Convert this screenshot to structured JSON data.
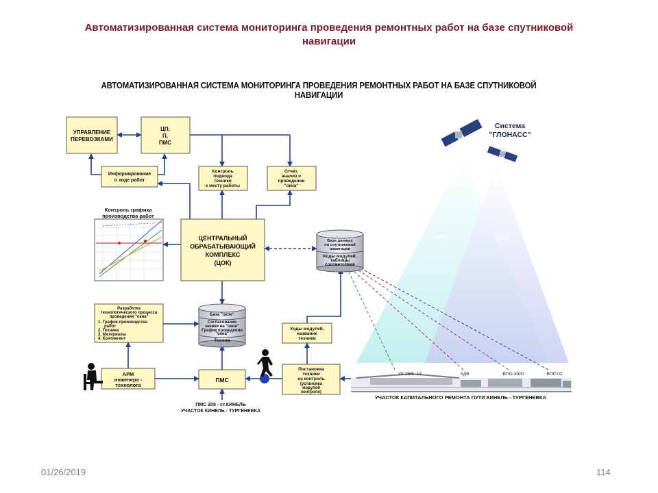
{
  "slide": {
    "title_line1": "Автоматизированная система мониторинга проведения ремонтных работ на базе спутниковой",
    "title_line2": "навигации",
    "date": "01/26/2019",
    "page_number": "114"
  },
  "diagram": {
    "title": "АВТОМАТИЗИРОВАННАЯ СИСТЕМА МОНИТОРИНГА ПРОВЕДЕНИЯ РЕМОНТНЫХ РАБОТ НА БАЗЕ СПУТНИКОВОЙ НАВИГАЦИИ",
    "boxes": {
      "upravlenie": [
        "УПРАВЛЕНИЕ",
        "ПЕРЕВОЗКАМИ"
      ],
      "cp": [
        "ЦП,",
        "П,",
        "ПМС"
      ],
      "inform": [
        "Информирование",
        "о ходе работ"
      ],
      "kontrol": [
        "Контроль",
        "подвода",
        "техники",
        "к месту работы"
      ],
      "otchet": [
        "Отчёт,",
        "анализ о",
        "проведении",
        "\"окна\""
      ],
      "cok": [
        "ЦЕНТРАЛЬНЫЙ",
        "ОБРАБАТЫВАЮЩИЙ",
        "КОМПЛЕКС",
        "(ЦОК)"
      ],
      "razrabotka": [
        "Разработка",
        "технологического процесса",
        "проведения \"окна\"",
        "1. График производства",
        "работ",
        "2. Техника",
        "3. Материалы",
        "4. Контингент"
      ],
      "kody": [
        "Коды модулей,",
        "название",
        "техники"
      ],
      "arm": [
        "АРМ",
        "инженера -",
        "технолога"
      ],
      "pms": "ПМС",
      "postanovka": [
        "Постановка",
        "техники",
        "на контроль",
        "(установка",
        "модулей",
        "контроля)"
      ]
    },
    "db1": {
      "top": [
        "База данных",
        "по спутниковой",
        "навигации"
      ],
      "bottom": [
        "Коды модулей,",
        "таблицы",
        "соответствия"
      ]
    },
    "db2": {
      "top": "База \"окон\"",
      "middle": [
        "Согласование",
        "заявки на \"окно\"",
        "График проведения",
        "\"окна\""
      ],
      "bottom": "Техника"
    },
    "chart_label": [
      "Контроль графика",
      "производства работ"
    ],
    "glonass": [
      "Система",
      "\"ГЛОНАСС\""
    ],
    "gps_left": "GPS",
    "gps_right": "GPS",
    "machines": [
      "УК-25/9 -18",
      "ХДВ",
      "ВПО-3000",
      "ВПР-02"
    ],
    "track_caption": "УЧАСТОК КАПИТАЛЬНОГО РЕМОНТА ПУТИ КИНЕЛЬ - ТУРГЕНЕВКА",
    "pms_caption": [
      "ПМС 208 - ст.КИНЕЛЬ",
      "УЧАСТОК КИНЕЛЬ - ТУРГЕНЕВКА"
    ]
  },
  "colors": {
    "title": "#7a1a2a",
    "box_fill": "#fff7c4",
    "arrow_blue": "#1f3f8f",
    "beam": "#cfd8f5"
  }
}
